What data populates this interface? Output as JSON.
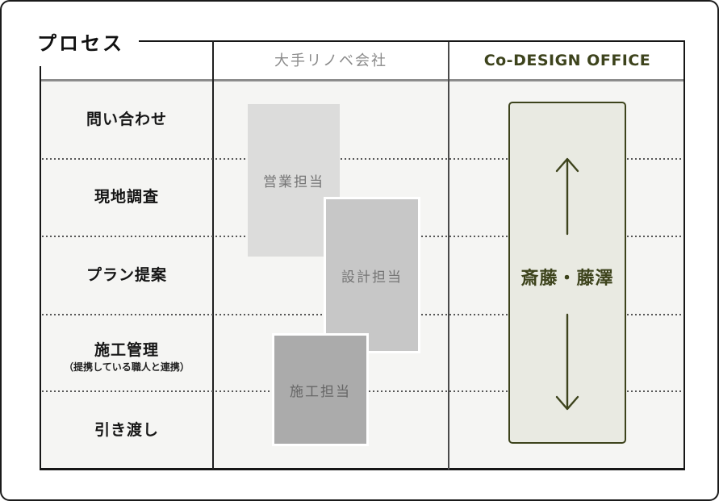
{
  "frame": {
    "title": "プロセス"
  },
  "header": {
    "company_label": "大手リノベ会社",
    "office_label": "Co-DESIGN OFFICE"
  },
  "process_rows": [
    {
      "label": "問い合わせ"
    },
    {
      "label": "現地調査"
    },
    {
      "label": "プラン提案"
    },
    {
      "label": "施工管理",
      "sublabel": "（提携している職人と連携）"
    },
    {
      "label": "引き渡し"
    }
  ],
  "company_staff_boxes": [
    {
      "label": "営業担当"
    },
    {
      "label": "設計担当"
    },
    {
      "label": "施工担当"
    }
  ],
  "office_box": {
    "label": "斎藤・藤澤",
    "icons": [
      "up-arrow-icon",
      "down-arrow-icon"
    ]
  },
  "colors": {
    "accent_olive": "#3D431C",
    "office_box_fill": "#E9EAE2",
    "table_body_bg": "#F5F5F3",
    "company_header_text": "#8A8A8A",
    "staff_box_fills": [
      "#DCDCDB",
      "#C7C7C7",
      "#ABABAB"
    ],
    "frame_border": "#1A1A1A"
  }
}
